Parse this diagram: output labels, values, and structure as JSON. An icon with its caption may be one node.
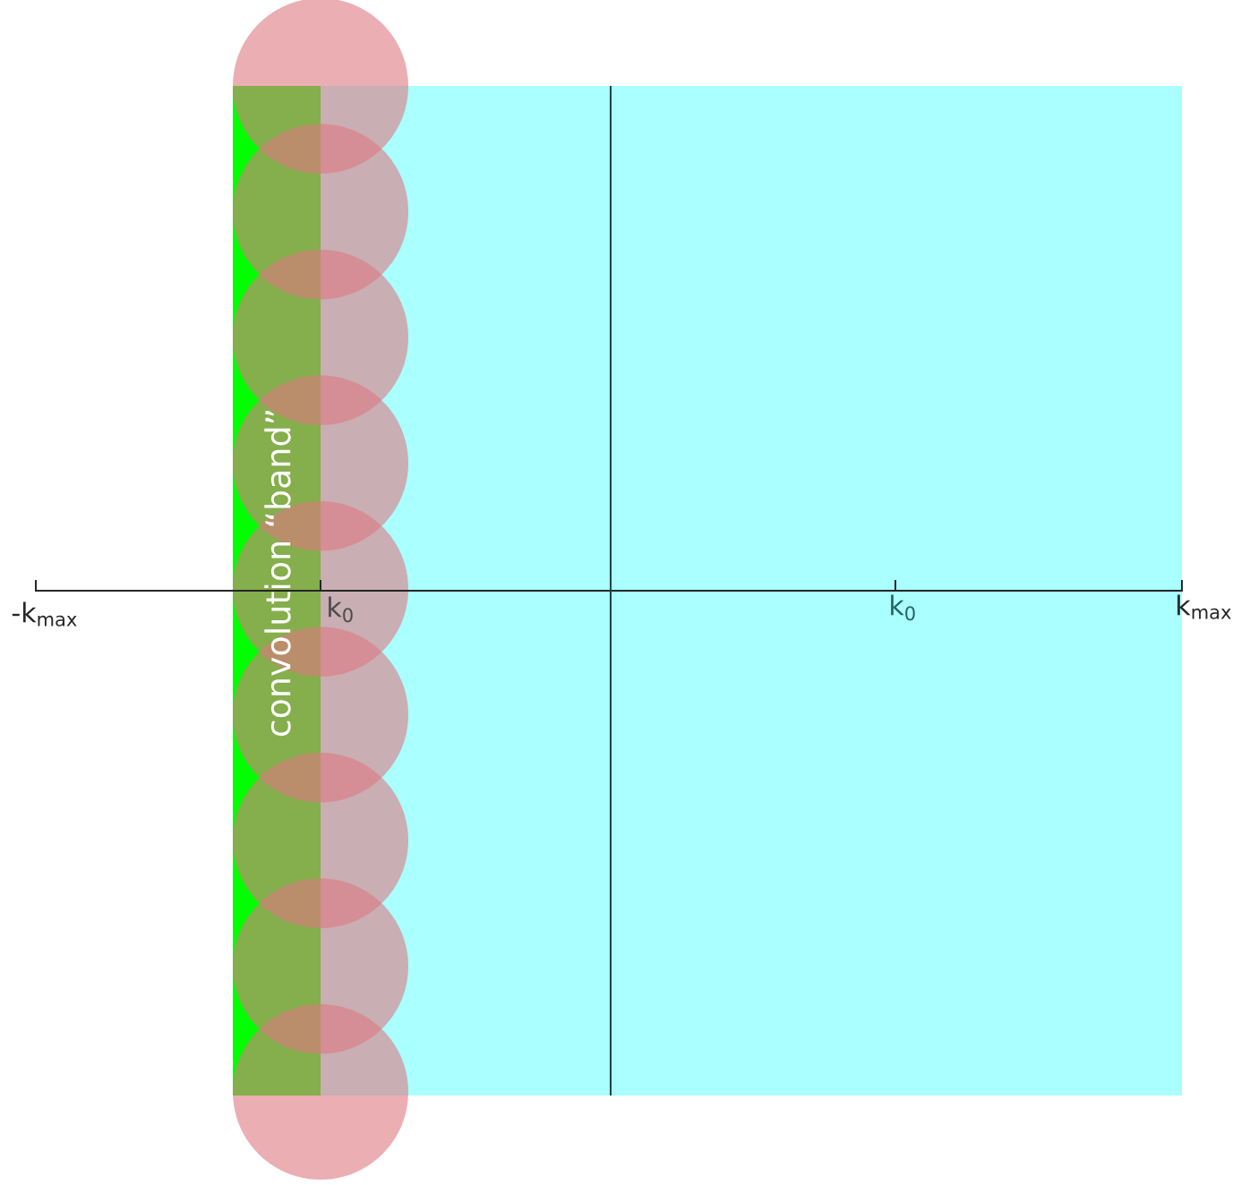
{
  "diagram": {
    "labels": [
      "-k$_{max}$",
      "k$_{0}$",
      "k$_{0}$",
      "k$_{max}$",
      "convolution “band”"
    ]
  }
}
